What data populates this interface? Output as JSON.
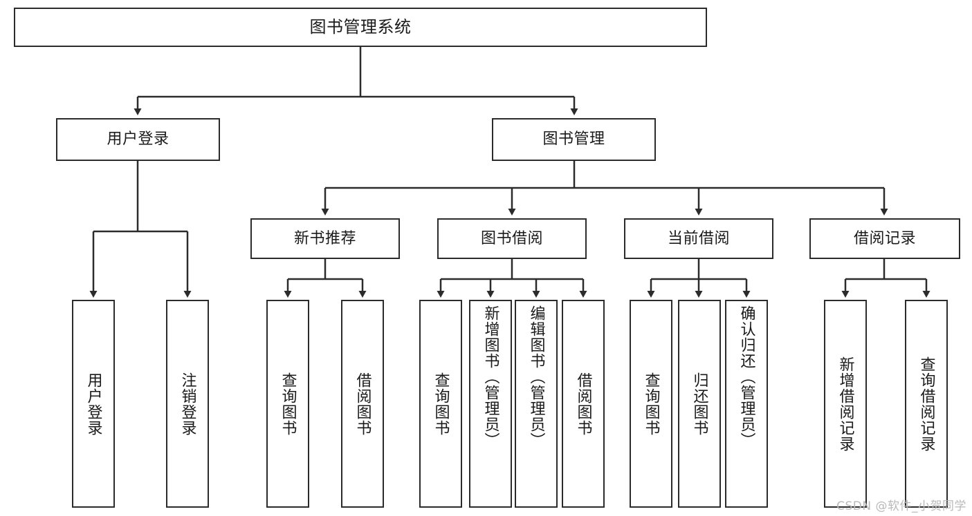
{
  "diagram": {
    "title": "图书管理系统",
    "type": "tree-hierarchy",
    "watermark": "CSDN @软件_小贺同学",
    "stroke_color": "#2b2b2b",
    "fill_color": "#ffffff",
    "text_color": "#1a1a1a"
  },
  "root": {
    "label": "图书管理系统"
  },
  "level2": [
    {
      "label": "用户登录"
    },
    {
      "label": "图书管理"
    }
  ],
  "level3": [
    {
      "label": "新书推荐"
    },
    {
      "label": "图书借阅"
    },
    {
      "label": "当前借阅"
    },
    {
      "label": "借阅记录"
    }
  ],
  "leaves": {
    "user_login": [
      {
        "label": "用户登录"
      },
      {
        "label": "注销登录"
      }
    ],
    "new_book": [
      {
        "label": "查询图书"
      },
      {
        "label": "借阅图书"
      }
    ],
    "book_borrow": [
      {
        "label": "查询图书"
      },
      {
        "label": "新增图书（管理员）"
      },
      {
        "label": "编辑图书（管理员）"
      },
      {
        "label": "借阅图书"
      }
    ],
    "current_borrow": [
      {
        "label": "查询图书"
      },
      {
        "label": "归还图书"
      },
      {
        "label": "确认归还（管理员）"
      }
    ],
    "borrow_record": [
      {
        "label": "新增借阅记录"
      },
      {
        "label": "查询借阅记录"
      }
    ]
  }
}
